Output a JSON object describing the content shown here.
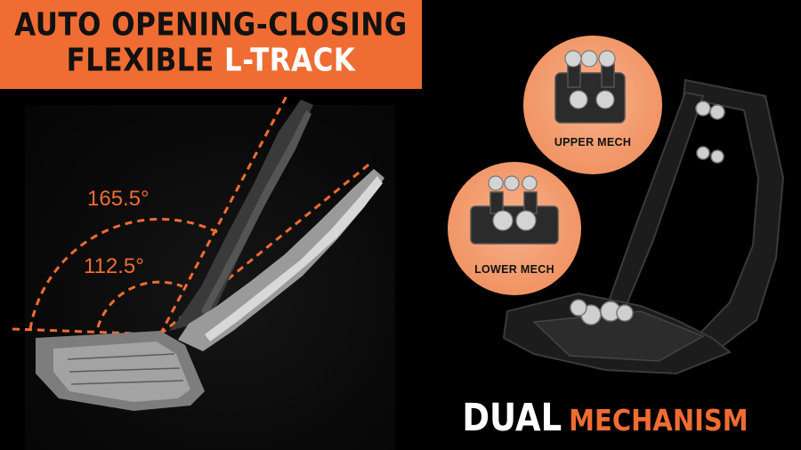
{
  "banner": {
    "line1": "AUTO OPENING-CLOSING",
    "line2_prefix": "FLEXIBLE",
    "line2_highlight": "L-TRACK",
    "color": "#ef6c33"
  },
  "angles": {
    "outer": "165.5°",
    "inner": "112.5°"
  },
  "mechanisms": {
    "upper_label": "UPPER MECH",
    "lower_label": "LOWER MECH"
  },
  "footer": {
    "word1": "DUAL",
    "word2": "MECHANISM"
  },
  "icons": [
    "l-track-frame",
    "dual-mechanism-frame",
    "roller-mechanism"
  ]
}
